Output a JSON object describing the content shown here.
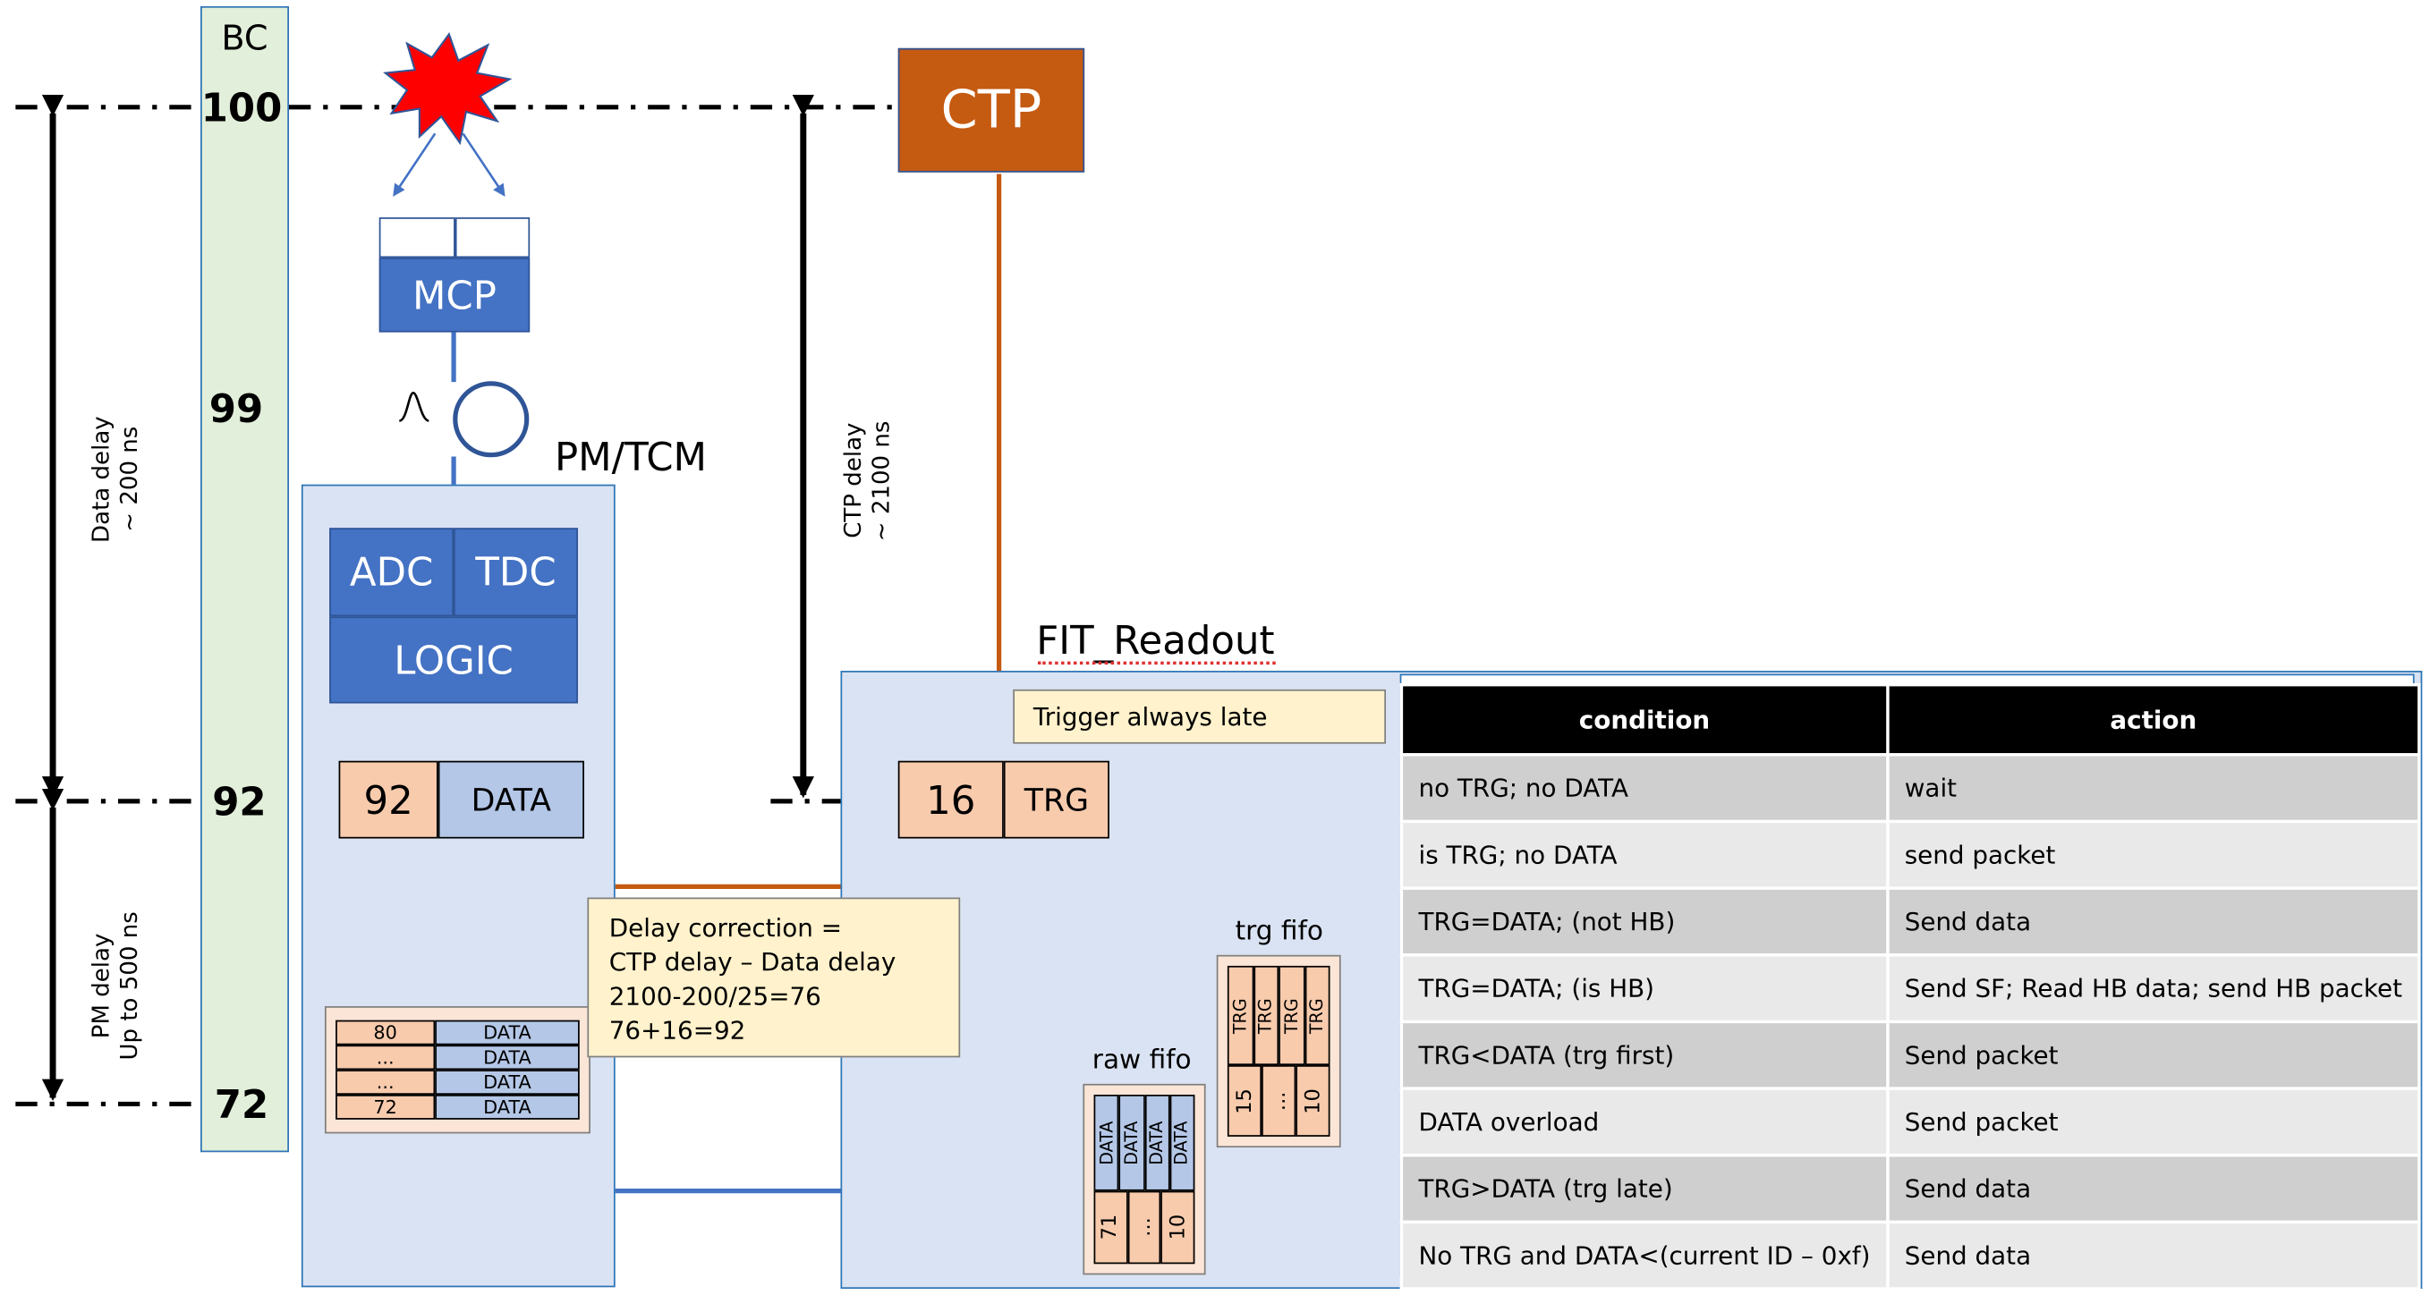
{
  "bc": {
    "title": "BC",
    "values": [
      "100",
      "99",
      "92",
      "72"
    ]
  },
  "arrows": {
    "data_delay": "Data delay\n~ 200 ns",
    "pm_delay": "PM delay\nUp to 500 ns",
    "ctp_delay": "CTP delay\n~ 2100 ns"
  },
  "ctp": {
    "label": "CTP"
  },
  "mcp": {
    "label": "MCP"
  },
  "pm": {
    "title": "PM/TCM",
    "adc": "ADC",
    "tdc": "TDC",
    "logic": "LOGIC",
    "bc_value": "92",
    "data_label": "DATA",
    "buffer": {
      "ids": [
        "80",
        "...",
        "...",
        "72"
      ],
      "data": [
        "DATA",
        "DATA",
        "DATA",
        "DATA"
      ]
    }
  },
  "delay_note": {
    "lines": [
      "Delay correction =",
      "CTP delay – Data delay",
      "2100-200/25=76",
      "76+16=92"
    ]
  },
  "readout": {
    "title": "FIT_Readout",
    "trigger_note": "Trigger always late",
    "trg_value": "16",
    "trg_label": "TRG",
    "trg_fifo": {
      "title": "trg fifo",
      "top": [
        "TRG",
        "TRG",
        "TRG",
        "TRG"
      ],
      "bottom": [
        "15",
        "...",
        "10"
      ]
    },
    "raw_fifo": {
      "title": "raw fifo",
      "top": [
        "DATA",
        "DATA",
        "DATA",
        "DATA"
      ],
      "bottom": [
        "71",
        "...",
        "10"
      ]
    }
  },
  "table": {
    "headers": [
      "condition",
      "action"
    ],
    "rows": [
      [
        "no TRG; no DATA",
        "wait"
      ],
      [
        "is TRG; no DATA",
        "send packet"
      ],
      [
        "TRG=DATA; (not HB)",
        "Send data"
      ],
      [
        "TRG=DATA; (is HB)",
        "Send SF; Read HB data; send HB packet"
      ],
      [
        "TRG<DATA (trg first)",
        "Send packet"
      ],
      [
        "DATA overload",
        "Send packet"
      ],
      [
        "TRG>DATA (trg late)",
        "Send data"
      ],
      [
        "No TRG and DATA<(current ID – 0xf)",
        "Send data"
      ]
    ]
  },
  "colors": {
    "blue": "#4472c4",
    "orange_arrow": "#c55a11",
    "light_blue": "#dae3f3",
    "bc_green": "#e2efda",
    "ctp_fill": "#c55a11",
    "cell_orange": "#f8cbad",
    "note_yellow": "#fff2cc"
  },
  "icons": [
    "explosion-icon",
    "pmt-circle-icon",
    "pulse-icon"
  ]
}
